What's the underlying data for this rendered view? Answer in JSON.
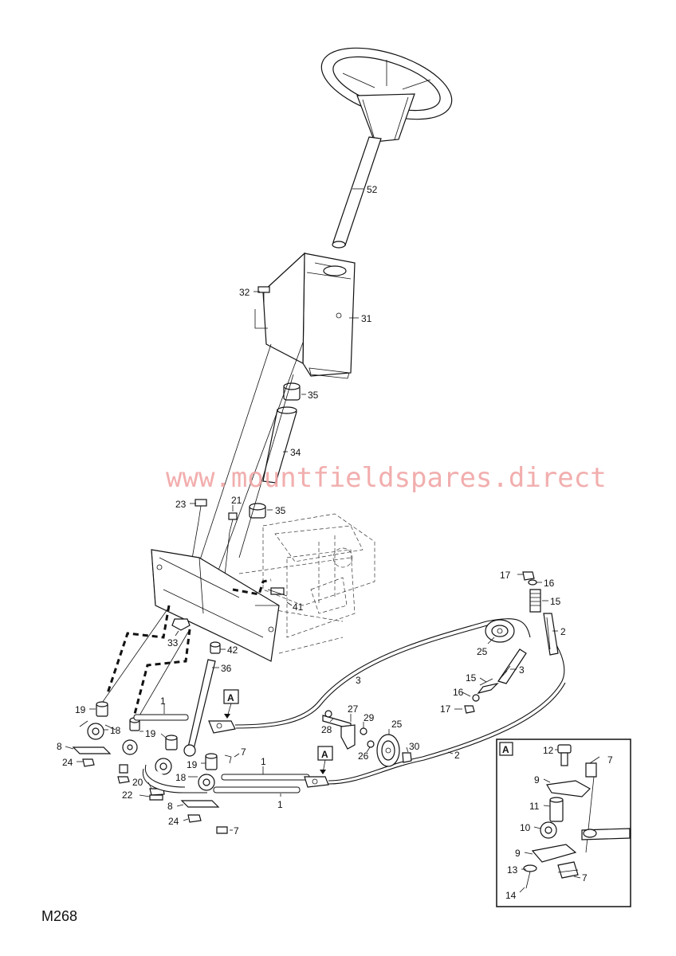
{
  "watermark": "www.mountfieldspares.direct",
  "sheet_code": "M268",
  "inset_letter": "A",
  "callout_letter": "A",
  "labels": {
    "p52": "52",
    "p32": "32",
    "p31": "31",
    "p35a": "35",
    "p34": "34",
    "p23": "23",
    "p21": "21",
    "p35b": "35",
    "p41": "41",
    "p33": "33",
    "p42": "42",
    "p36": "36",
    "p19a": "19",
    "p1a": "1",
    "p18a": "18",
    "p19b": "19",
    "p8a": "8",
    "p24a": "24",
    "p19c": "19",
    "p18b": "18",
    "p20": "20",
    "p22": "22",
    "p7a": "7",
    "p1b": "1",
    "p1c": "1",
    "p8b": "8",
    "p24b": "24",
    "p7b": "7",
    "p17a": "17",
    "p16a": "16",
    "p15a": "15",
    "p2a": "2",
    "p25a": "25",
    "p3a": "3",
    "p15b": "15",
    "p3b": "3",
    "p16b": "16",
    "p17b": "17",
    "p27": "27",
    "p28": "28",
    "p29": "29",
    "p25b": "25",
    "p26": "26",
    "p30": "30",
    "p2b": "2",
    "i12": "12",
    "i7a": "7",
    "i9a": "9",
    "i11": "11",
    "i10": "10",
    "i9b": "9",
    "i13": "13",
    "i7b": "7",
    "i14": "14"
  }
}
